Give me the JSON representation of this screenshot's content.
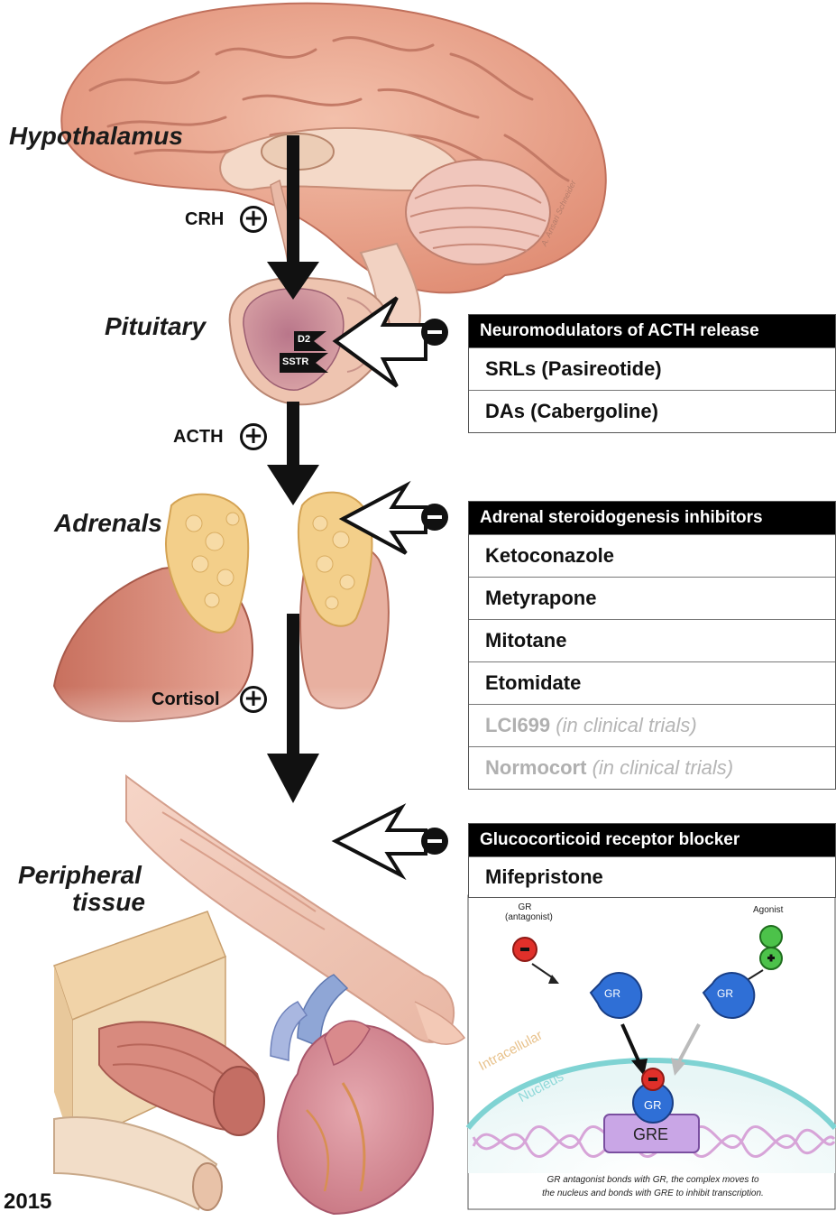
{
  "organs": {
    "hypothalamus": "Hypothalamus",
    "pituitary": "Pituitary",
    "adrenals": "Adrenals",
    "peripheral_line1": "Peripheral",
    "peripheral_line2": "tissue"
  },
  "hormones": {
    "crh": "CRH",
    "acth": "ACTH",
    "cortisol": "Cortisol"
  },
  "receptors": {
    "d2": "D2",
    "sstr": "SSTR"
  },
  "artist_signature": "A. Ansari Schneider",
  "panels": {
    "neuromodulators": {
      "header": "Neuromodulators of ACTH release",
      "items": [
        {
          "name": "SRLs",
          "note": "(Pasireotide)"
        },
        {
          "name": "DAs",
          "note": "(Cabergoline)"
        }
      ]
    },
    "adrenal": {
      "header": "Adrenal steroidogenesis inhibitors",
      "items": [
        {
          "name": "Ketoconazole"
        },
        {
          "name": "Metyrapone"
        },
        {
          "name": "Mitotane"
        },
        {
          "name": "Etomidate"
        },
        {
          "name": "LCI699",
          "note": "(in clinical trials)"
        },
        {
          "name": "Normocort",
          "note": "(in clinical trials)"
        }
      ]
    },
    "gr_blocker": {
      "header": "Glucocorticoid receptor blocker",
      "items": [
        {
          "name": "Mifepristone"
        }
      ]
    }
  },
  "inset": {
    "gr_antagonist_line1": "GR",
    "gr_antagonist_line2": "(antagonist)",
    "agonist": "Agonist",
    "gr": "GR",
    "intracellular": "Intracellular",
    "nucleus": "Nucleus",
    "gre": "GRE",
    "caption_line1": "GR antagonist bonds with GR, the complex moves to",
    "caption_line2": "the nucleus and bonds with GRE to inhibit transcription."
  },
  "year": "2015",
  "colors": {
    "panel_header_bg": "#000000",
    "trial_text": "#b0b0b0",
    "gr_blue": "#2f6fd6",
    "antagonist_red": "#e0302a",
    "agonist_green": "#4cc24a",
    "gre_purple": "#c9a6e6",
    "brain_pink": "#e9a58c",
    "adrenal_yellow": "#f2cc86",
    "nucleus_teal": "#2fb8b8"
  }
}
